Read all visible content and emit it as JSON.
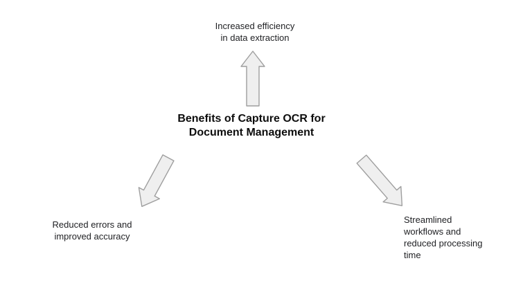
{
  "diagram": {
    "title": {
      "lines": [
        "Benefits of Capture OCR for",
        "Document Management"
      ]
    },
    "benefits": [
      {
        "position": "top",
        "lines": [
          "Increased efficiency",
          "in data extraction"
        ]
      },
      {
        "position": "bottom-left",
        "lines": [
          "Reduced errors and",
          "improved accuracy"
        ]
      },
      {
        "position": "bottom-right",
        "lines": [
          "Streamlined",
          "workflows and",
          "reduced processing",
          "time"
        ]
      }
    ],
    "arrows": [
      {
        "name": "up-arrow",
        "direction": "up"
      },
      {
        "name": "down-left-arrow",
        "direction": "down-left"
      },
      {
        "name": "down-right-arrow",
        "direction": "down-right"
      }
    ],
    "colors": {
      "background": "#ffffff",
      "arrow_fill": "#efefef",
      "arrow_stroke": "#9e9e9e",
      "text": "#202124",
      "title_text": "#0d0d0d"
    }
  }
}
